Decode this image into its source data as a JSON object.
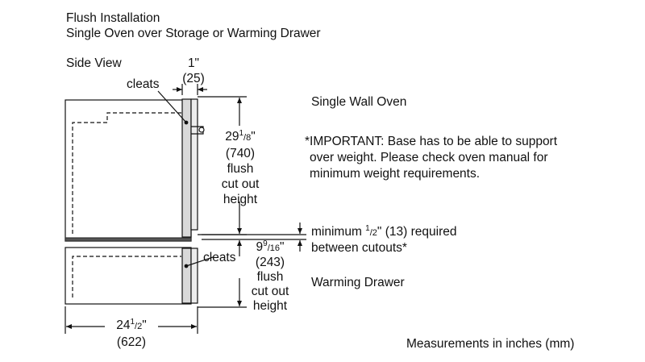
{
  "header": {
    "title": "Flush Installation",
    "subtitle": "Single Oven over Storage or Warming Drawer"
  },
  "view_label": "Side View",
  "depth_top": {
    "value": "1\"",
    "mm": "(25)"
  },
  "cleats_top": "cleats",
  "cleats_bottom": "cleats",
  "oven_label": "Single Wall Oven",
  "important_note": {
    "line1": "*IMPORTANT: Base has to be able to support",
    "line2": "over weight. Please check oven manual for",
    "line3": "minimum weight requirements."
  },
  "oven_height": {
    "whole": "29",
    "num": "1",
    "den": "/8",
    "unit": "\"",
    "mm": "(740)",
    "line3": "flush",
    "line4": "cut out",
    "line5": "height"
  },
  "gap": {
    "prefix": "minimum ",
    "num": "1",
    "den": "/2",
    "suffix": "\" (13) required",
    "line2": "between cutouts*"
  },
  "drawer_height": {
    "whole": "9",
    "num": "9",
    "den": "/16",
    "unit": "\"",
    "mm": "(243)",
    "line3": "flush",
    "line4": "cut out",
    "line5": "height"
  },
  "drawer_label": "Warming Drawer",
  "width": {
    "whole": "24",
    "num": "1",
    "den": "/2",
    "unit": "\"",
    "mm": "(622)"
  },
  "footer_note": "Measurements in inches (mm)"
}
